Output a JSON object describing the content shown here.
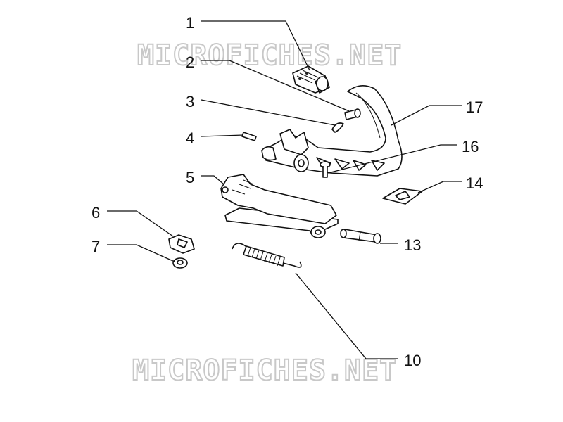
{
  "watermark": {
    "text": "MICROFICHES.NET"
  },
  "callouts": {
    "c1": "1",
    "c2": "2",
    "c3": "3",
    "c4": "4",
    "c5": "5",
    "c6": "6",
    "c7": "7",
    "c10": "10",
    "c13": "13",
    "c14": "14",
    "c16": "16",
    "c17": "17"
  },
  "colors": {
    "line": "#111111",
    "watermark": "#c8c8c8",
    "background": "#ffffff"
  }
}
